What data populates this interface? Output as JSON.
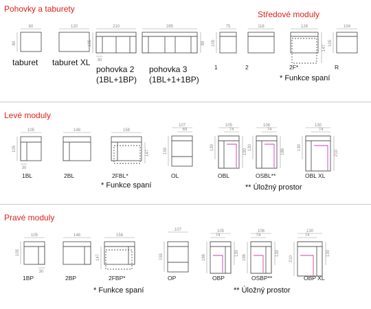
{
  "sections": {
    "top": {
      "heading_left": "Pohovky a taburety",
      "heading_right": "Středové moduly",
      "labels": {
        "taburet": "taburet",
        "taburet_xl": "taburet XL",
        "pohovka2_l1": "pohovka 2",
        "pohovka2_l2": "(1BL+1BP)",
        "pohovka3_l1": "pohovka 3",
        "pohovka3_l2": "(1BL+1+1BP)",
        "m1": "1",
        "m2": "2",
        "m2f": "2F*",
        "mr": "R"
      },
      "note": "* Funkce spaní",
      "dims": {
        "taburet_w": "80",
        "taburet_d": "80",
        "taburet_xl_w": "120",
        "pohovka2_w": "210",
        "pohovka2_d": "105",
        "pohovka2_arm": "30",
        "pohovka3_w": "285",
        "pohovka3_d": "89",
        "m1_w": "75",
        "m1_d": "105",
        "m2_w": "118",
        "m2f_w": "128",
        "m2f_ext": "147",
        "mr_w": "104",
        "mr_d": "105"
      }
    },
    "left": {
      "heading": "Levé moduly",
      "labels": {
        "bl1": "1BL",
        "bl2": "2BL",
        "fbl2": "2FBL*",
        "ol": "OL",
        "obl": "OBL",
        "osbl": "OSBL**",
        "oblxl": "OBL XL"
      },
      "note_sleep": "* Funkce spaní",
      "note_storage": "** Úložný prostor",
      "dims": {
        "bl1_w": "105",
        "bl1_d": "105",
        "bl1_arm": "30",
        "bl2_w": "148",
        "fbl2_w": "158",
        "fbl2_ext": "147",
        "ol_w": "107",
        "ol_seat": "69",
        "ol_d": "159",
        "obl_w": "105",
        "obl_seat": "74",
        "obl_d1": "130",
        "obl_d2": "190",
        "osbl_w": "106",
        "osbl_seat": "74",
        "osbl_d1": "130",
        "osbl_d2": "186",
        "oblxl_w": "130",
        "oblxl_seat": "74",
        "oblxl_d1": "130",
        "oblxl_d2": "210"
      }
    },
    "right": {
      "heading": "Pravé moduly",
      "labels": {
        "bp1": "1BP",
        "bp2": "2BP",
        "fbp2": "2FBP*",
        "op": "OP",
        "obp": "OBP",
        "osbp": "OSBP**",
        "obpxl": "OBP XL"
      },
      "note_sleep": "* Funkce spaní",
      "note_storage": "** Úložný prostor",
      "dims": {
        "bp1_w": "105",
        "bp1_d": "105",
        "bp1_arm": "30",
        "bp2_w": "148",
        "fbp2_w": "158",
        "fbp2_ext": "147",
        "op_w": "107",
        "op_d": "159",
        "obp_w": "105",
        "obp_seat": "74",
        "obp_d1": "186",
        "obp_d2": "130",
        "osbp_w": "106",
        "osbp_seat": "74",
        "osbp_d1": "186",
        "osbp_d2": "130",
        "obpxl_w": "130",
        "obpxl_seat": "74",
        "obpxl_d1": "210",
        "obpxl_d2": "130"
      }
    }
  },
  "colors": {
    "heading": "#e0201b",
    "line": "#555555",
    "dim": "#9a9a9a",
    "storage": "#d13ab0"
  }
}
